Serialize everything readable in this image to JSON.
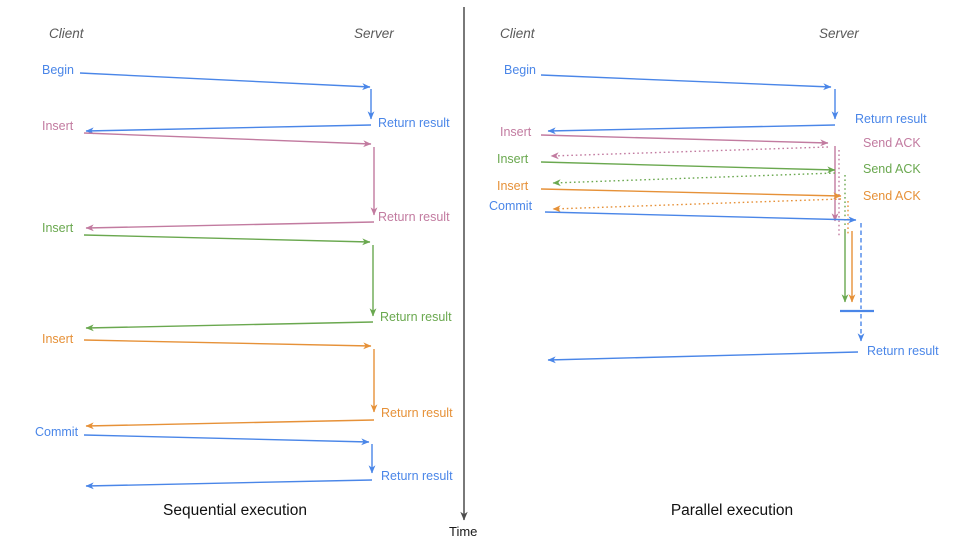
{
  "colors": {
    "blue": "#4a86e8",
    "pink": "#c27ba0",
    "green": "#6aa84f",
    "orange": "#e69138",
    "axis": "#4d4d4d",
    "heading_gray": "#595959",
    "title_text": "#111111"
  },
  "time_axis": {
    "label": "Time"
  },
  "left_panel": {
    "title": "Sequential execution",
    "client_header": "Client",
    "server_header": "Server",
    "messages": [
      {
        "label": "Begin",
        "color": "blue",
        "return_label": "Return result"
      },
      {
        "label": "Insert",
        "color": "pink",
        "return_label": "Return result"
      },
      {
        "label": "Insert",
        "color": "green",
        "return_label": "Return result"
      },
      {
        "label": "Insert",
        "color": "orange",
        "return_label": "Return result"
      },
      {
        "label": "Commit",
        "color": "blue",
        "return_label": "Return result"
      }
    ]
  },
  "right_panel": {
    "title": "Parallel execution",
    "client_header": "Client",
    "server_header": "Server",
    "messages": [
      {
        "label": "Begin",
        "color": "blue",
        "ack_label": "Return result"
      },
      {
        "label": "Insert",
        "color": "pink",
        "ack_label": "Send ACK"
      },
      {
        "label": "Insert",
        "color": "green",
        "ack_label": "Send ACK"
      },
      {
        "label": "Insert",
        "color": "orange",
        "ack_label": "Send ACK"
      },
      {
        "label": "Commit",
        "color": "blue",
        "ack_label": ""
      }
    ],
    "final_return_label": "Return result"
  }
}
